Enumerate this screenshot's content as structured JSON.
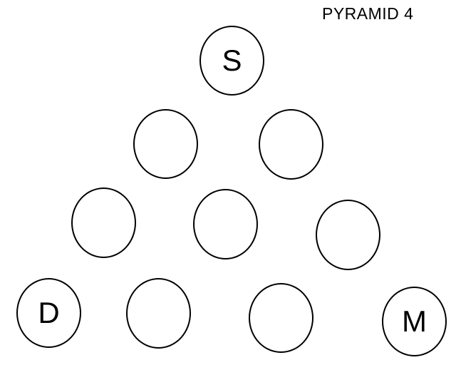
{
  "title": "PYRAMID 4",
  "rows": [
    {
      "nodes": [
        {
          "letter": "S"
        }
      ]
    },
    {
      "nodes": [
        {
          "letter": ""
        },
        {
          "letter": ""
        }
      ]
    },
    {
      "nodes": [
        {
          "letter": ""
        },
        {
          "letter": ""
        },
        {
          "letter": ""
        }
      ]
    },
    {
      "nodes": [
        {
          "letter": "D"
        },
        {
          "letter": ""
        },
        {
          "letter": ""
        },
        {
          "letter": "M"
        }
      ]
    }
  ]
}
